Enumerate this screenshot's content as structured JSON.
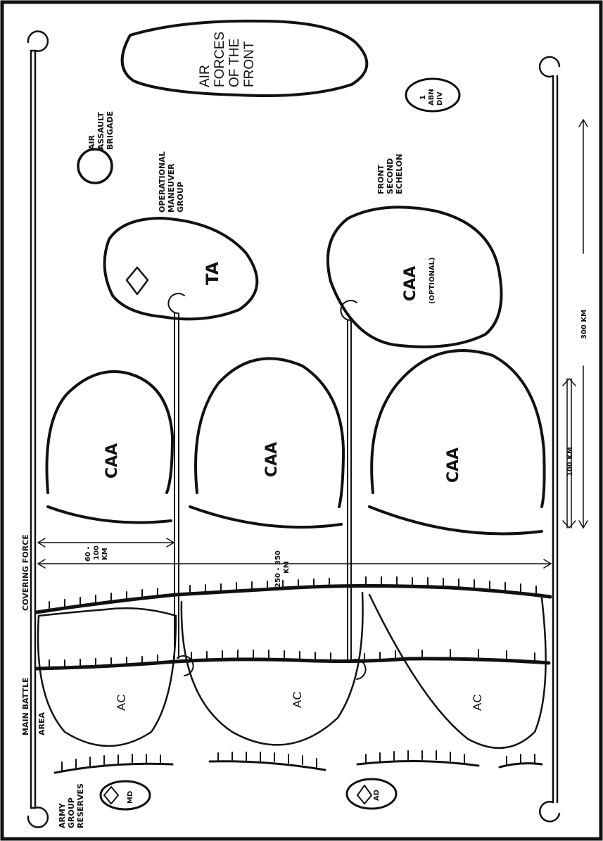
{
  "labels": {
    "main_battle_area_line1": "MAIN BATTLE",
    "main_battle_area_line2": "AREA",
    "covering_force": "COVERING FORCE",
    "army_group_reserves": [
      "ARMY",
      "GROUP",
      "RESERVES"
    ],
    "air_assault_brigade": [
      "AIR",
      "ASSAULT",
      "BRIGADE"
    ],
    "operational_maneuver_group": [
      "OPERATIONAL",
      "MANEUVER",
      "GROUP"
    ],
    "front_second_echelon": [
      "FRONT",
      "SECOND",
      "ECHELON"
    ],
    "air_forces_of_the_front": [
      "AIR",
      "FORCES",
      "OF THE",
      "FRONT"
    ],
    "abn_div": [
      "1",
      "ABN",
      "DIV"
    ]
  },
  "units": {
    "caa_top": "CAA",
    "caa_mid": "CAA",
    "caa_bottom": "CAA",
    "ta": "TA",
    "caa_second_echelon": "CAA",
    "optional": "(OPTIONAL)",
    "ac_top": "AC",
    "ac_mid": "AC",
    "ac_bottom": "AC",
    "md": "MD",
    "ad": "AD"
  },
  "dimensions": {
    "d_60_100": [
      "60 -",
      "100",
      "KM"
    ],
    "d_250_350": [
      "250 - 350",
      "KM"
    ],
    "d_100km": "100 KM",
    "d_300km": "300 KM"
  }
}
